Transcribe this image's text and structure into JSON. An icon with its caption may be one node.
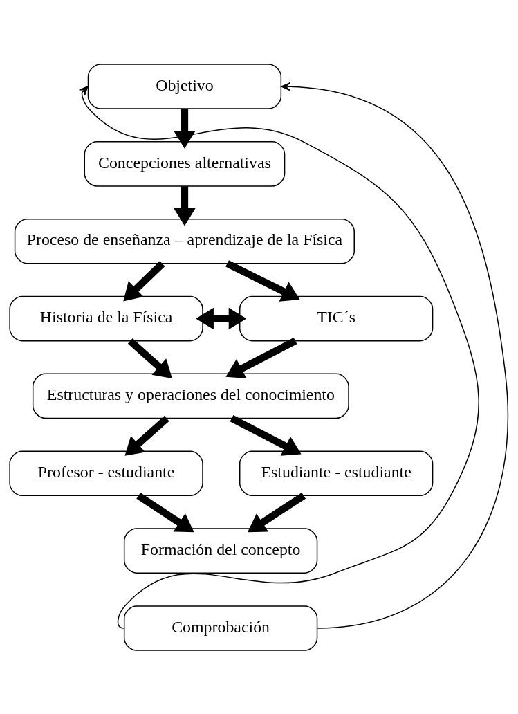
{
  "diagram": {
    "nodes": [
      {
        "text": [
          "Objetivo"
        ]
      },
      {
        "text": [
          "Concepciones alternativas"
        ]
      },
      {
        "text": [
          "Proceso de enseñanza – aprendizaje de la Física"
        ]
      },
      {
        "text": [
          "Historia de la Física"
        ]
      },
      {
        "text": [
          "TIC´s"
        ]
      },
      {
        "text": [
          "Estructuras y operaciones del conocimiento"
        ]
      },
      {
        "text": [
          "Profesor - estudiante"
        ]
      },
      {
        "text": [
          "Estudiante - estudiante"
        ]
      },
      {
        "text": [
          "Formación del concepto"
        ]
      },
      {
        "text": [
          "Comprobación"
        ]
      }
    ],
    "edges": [
      {
        "from": 0,
        "to": 1,
        "arrow": "to"
      },
      {
        "from": 1,
        "to": 2,
        "arrow": "to"
      },
      {
        "from": 2,
        "to": 3,
        "arrow": "to"
      },
      {
        "from": 2,
        "to": 4,
        "arrow": "to"
      },
      {
        "from": 3,
        "to": 4,
        "arrow": "both"
      },
      {
        "from": 3,
        "to": 5,
        "arrow": "to"
      },
      {
        "from": 4,
        "to": 5,
        "arrow": "to"
      },
      {
        "from": 5,
        "to": 6,
        "arrow": "to"
      },
      {
        "from": 5,
        "to": 7,
        "arrow": "to"
      },
      {
        "from": 6,
        "to": 8,
        "arrow": "to"
      },
      {
        "from": 7,
        "to": 8,
        "arrow": "to"
      },
      {
        "from": 9,
        "to": 0,
        "arrow": "to"
      },
      {
        "from": 9,
        "to": 0,
        "arrow": "to"
      }
    ]
  }
}
